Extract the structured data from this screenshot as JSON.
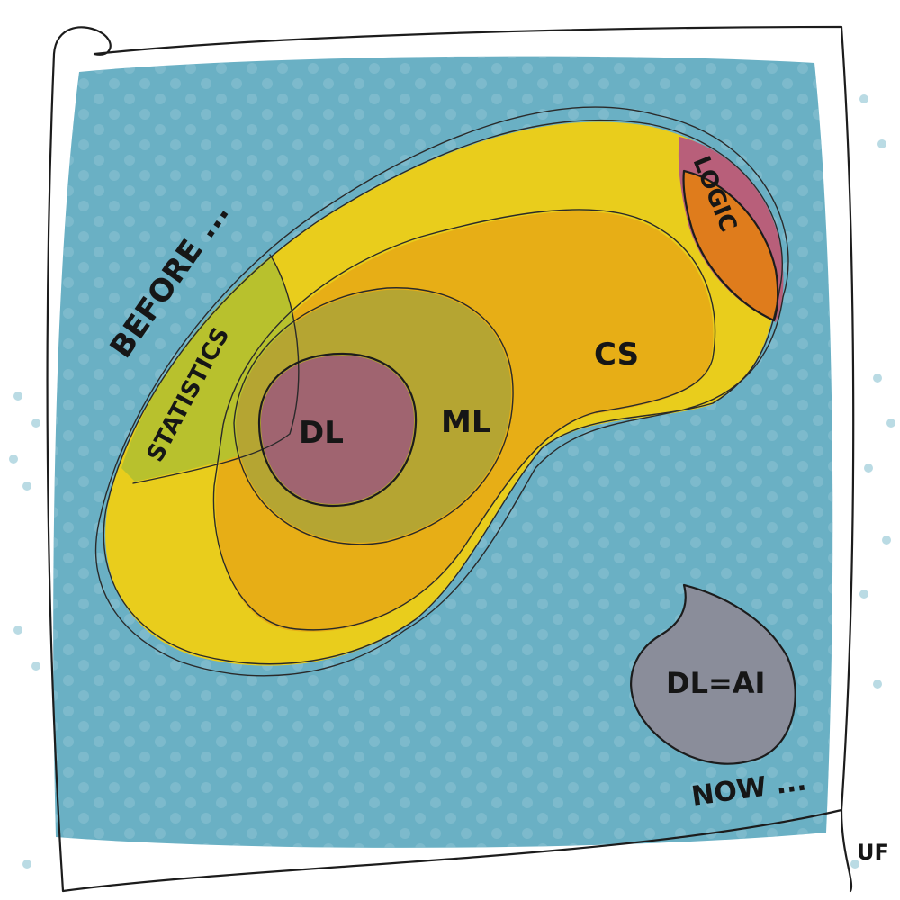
{
  "labels": {
    "before": "BEFORE ...",
    "statistics": "STATISTICS",
    "logic": "LOGIC",
    "cs": "CS",
    "ml": "ML",
    "dl": "DL",
    "dl_ai": "DL=AI",
    "now": "NOW ...",
    "signature": "UF"
  },
  "colors": {
    "background_blue": "#6ab0c4",
    "dot_blue": "#8cc3d2",
    "cs_yellow": "#e9cd1c",
    "cs_orange": "#e7ae16",
    "statistics_green": "#b8c12d",
    "ml_olive": "#b5a532",
    "dl_mauve": "#a06470",
    "logic_orange": "#df7c1c",
    "logic_purple": "#b85f7a",
    "dl_ai_gray": "#8a8d9a"
  }
}
